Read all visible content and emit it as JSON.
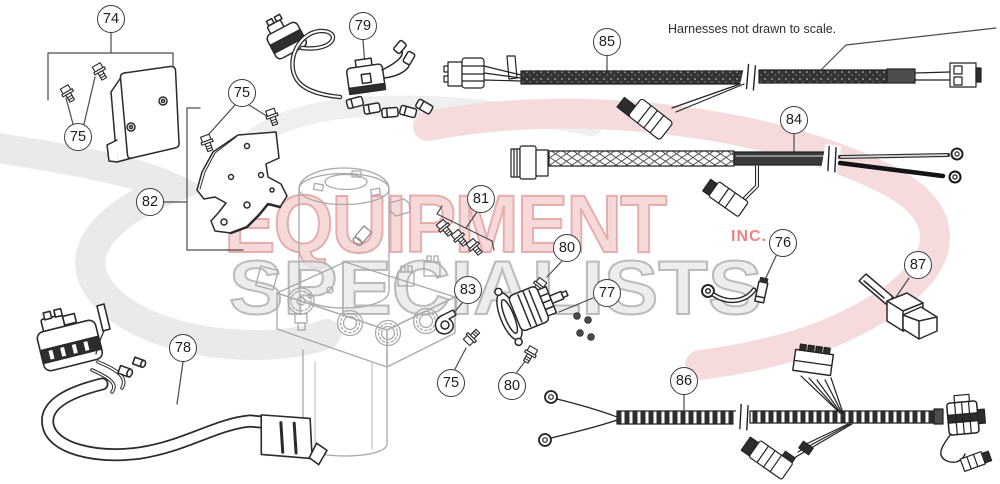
{
  "diagram": {
    "note": "Harnesses not drawn to scale.",
    "watermark": {
      "line1": "EQUIPMENT",
      "line2": "SPECIALISTS",
      "suffix": "INC."
    },
    "colors": {
      "watermark_pink": "#eebaba",
      "watermark_gray": "#e9e9e9",
      "swoosh_pink": "#f5d9da",
      "swoosh_gray": "#e8e8e8",
      "line_art": "#2a2a2a",
      "pump_gray": "#a9a9a9"
    },
    "callouts": [
      {
        "label": "74"
      },
      {
        "label": "75"
      },
      {
        "label": "79"
      },
      {
        "label": "85"
      },
      {
        "label": "75"
      },
      {
        "label": "82"
      },
      {
        "label": "84"
      },
      {
        "label": "81"
      },
      {
        "label": "80"
      },
      {
        "label": "76"
      },
      {
        "label": "83"
      },
      {
        "label": "77"
      },
      {
        "label": "87"
      },
      {
        "label": "75"
      },
      {
        "label": "80"
      },
      {
        "label": "78"
      },
      {
        "label": "86"
      }
    ]
  }
}
